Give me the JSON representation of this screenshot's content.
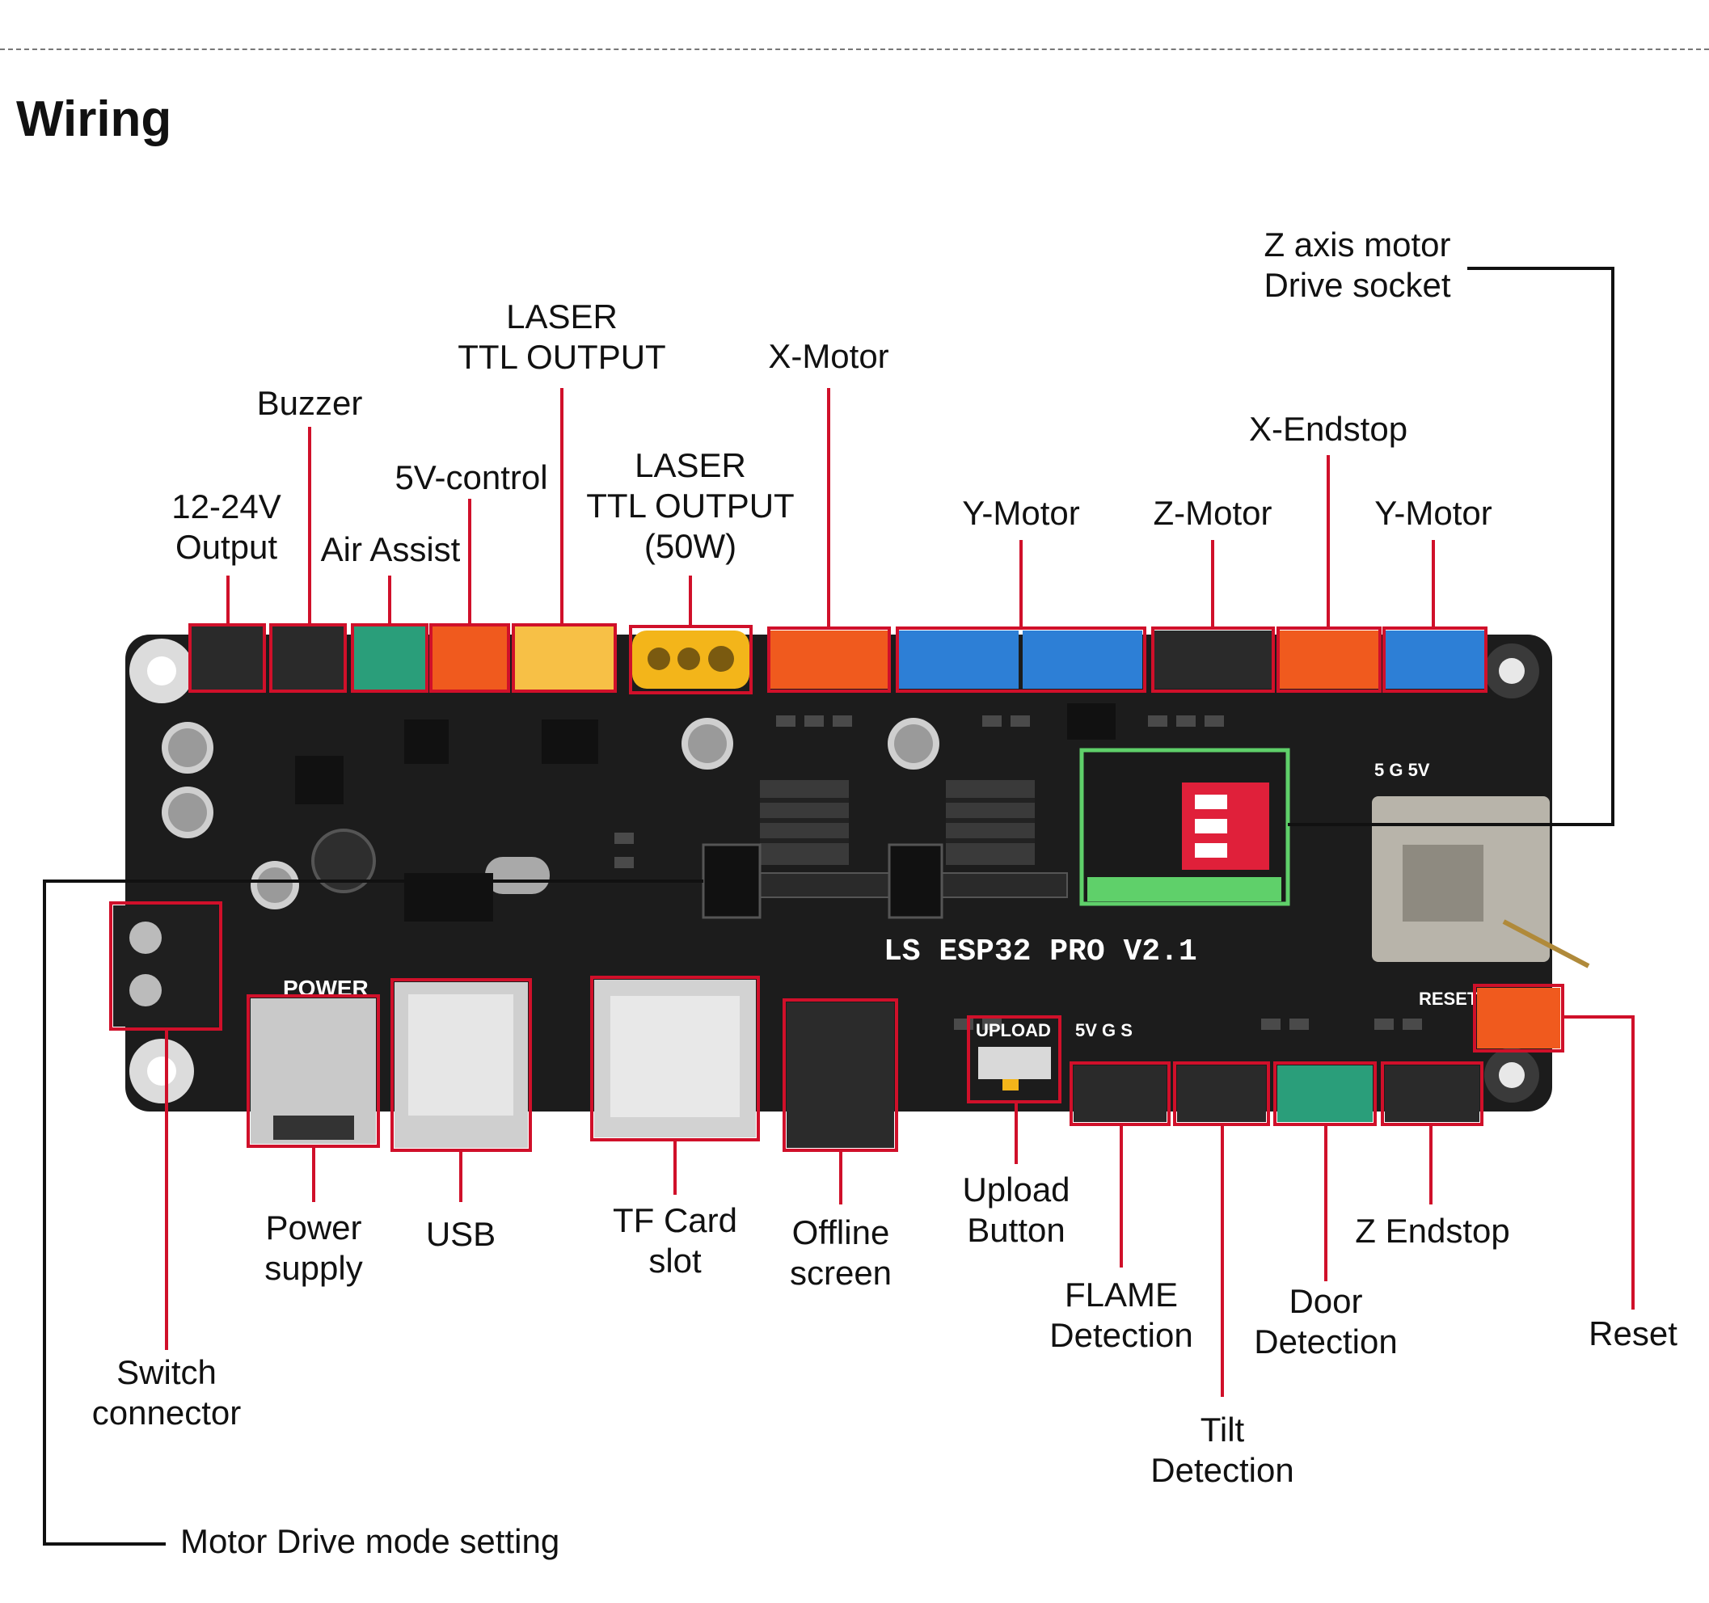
{
  "page": {
    "title": "Wiring"
  },
  "board": {
    "name": "LS ESP32 PRO V2.1",
    "silkscreen": {
      "power": "POWER",
      "upload": "UPLOAD",
      "reset": "RESET",
      "sv_g_s_bottom": "5V G S",
      "sv_g_s_top": "5 G 5V"
    }
  },
  "labels": {
    "output_12_24v": "12-24V\nOutput",
    "buzzer": "Buzzer",
    "air_assist": "Air Assist",
    "control_5v": "5V-control",
    "laser_ttl": "LASER\nTTL OUTPUT",
    "laser_ttl_50w": "LASER\nTTL OUTPUT\n(50W)",
    "x_motor": "X-Motor",
    "y_motor_1": "Y-Motor",
    "z_motor": "Z-Motor",
    "x_endstop": "X-Endstop",
    "y_motor_2": "Y-Motor",
    "z_axis_socket": "Z axis motor\nDrive socket",
    "switch_connector": "Switch\nconnector",
    "power_supply": "Power\nsupply",
    "usb": "USB",
    "tf_card": "TF Card\nslot",
    "offline_screen": "Offline\nscreen",
    "upload_button": "Upload\nButton",
    "flame": "FLAME\nDetection",
    "tilt": "Tilt\nDetection",
    "door": "Door\nDetection",
    "z_endstop": "Z Endstop",
    "reset": "Reset",
    "motor_mode": "Motor Drive mode setting"
  },
  "colors": {
    "pcb": "#1c1c1c",
    "highlight": "#d0102a",
    "connector_black": "#2a2a2a",
    "connector_green": "#2a9e7a",
    "connector_orange": "#f05a1e",
    "connector_yellow": "#f7c046",
    "connector_blue": "#2d7fd6",
    "xt60_yellow": "#f3b51a",
    "dip_red": "#e0203a",
    "dip_green": "#5fd06a",
    "heatsink": "#3a3a3a",
    "module_silver": "#b8b4aa"
  }
}
